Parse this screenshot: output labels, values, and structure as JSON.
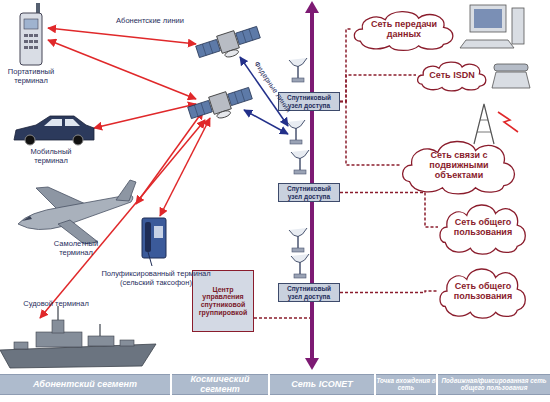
{
  "diagram": {
    "nodes": [
      {
        "text": [
          "Спутниковый узел доступа"
        ]
      },
      {
        "text": [
          "Сеть передачи данных"
        ]
      },
      {
        "text": [
          "Сеть ISDN"
        ]
      },
      {
        "text": [
          "Сеть связи с подвижными объектами"
        ]
      },
      {
        "text": [
          "Спутниковый узел доступа"
        ]
      },
      {
        "text": [
          "Сеть общего пользования"
        ]
      },
      {
        "text": [
          "Центр управления спутниковой группировкой"
        ]
      },
      {
        "text": [
          "Спутниковый узел доступа"
        ]
      },
      {
        "text": [
          "Сеть общего пользования"
        ]
      },
      {
        "text": [
          "Абонентский сегмент"
        ]
      },
      {
        "text": [
          "Космический сегмент"
        ]
      },
      {
        "text": [
          "Сеть ICONET"
        ]
      },
      {
        "text": [
          "Точка вхождения в сеть"
        ]
      },
      {
        "text": [
          "Подвижная/фиксированная сеть общего пользования"
        ]
      }
    ],
    "edges": [
      {
        "from": 0,
        "to": 1,
        "arrow": "none"
      },
      {
        "from": 0,
        "to": 2,
        "arrow": "none"
      },
      {
        "from": 0,
        "to": 3,
        "arrow": "none"
      },
      {
        "from": 4,
        "to": 5,
        "arrow": "none"
      },
      {
        "from": 7,
        "to": 8,
        "arrow": "none"
      }
    ],
    "labels": [
      "Абонентские линии",
      "Фидерные линии",
      "Портативный терминал",
      "Мобильный терминал",
      "Самолетный терминал",
      "Полуфиксированный терминал (сельский таксофон)",
      "Судовой терминал"
    ]
  }
}
